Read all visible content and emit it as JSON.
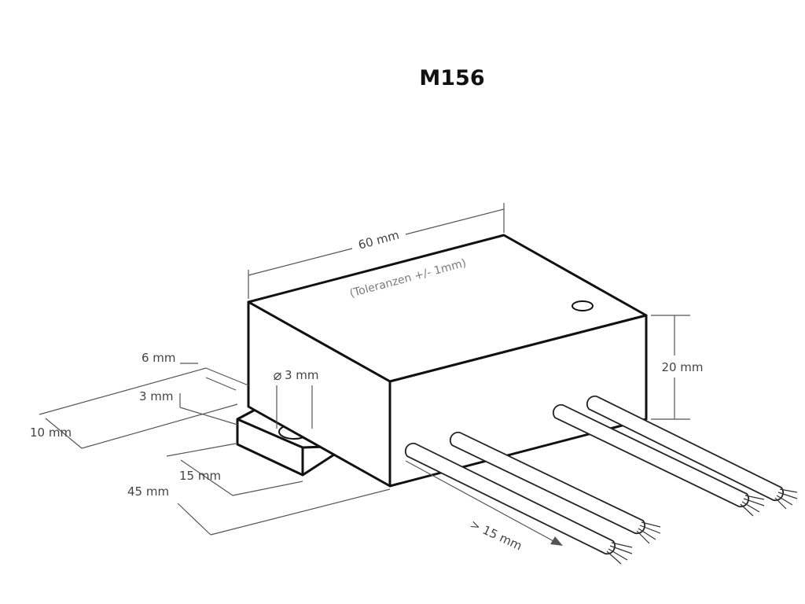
{
  "title": "M156",
  "tolerance_note": "(Toleranzen +/- 1mm)",
  "dimensions": {
    "length": "60 mm",
    "height": "20 mm",
    "hole_diameter": "3 mm",
    "tab_offset": "6 mm",
    "tab_thickness": "3 mm",
    "tab_width": "10 mm",
    "tab_depth": "15 mm",
    "depth": "45 mm",
    "wire_length": "> 15 mm"
  },
  "symbols": {
    "diameter": "⌀"
  }
}
